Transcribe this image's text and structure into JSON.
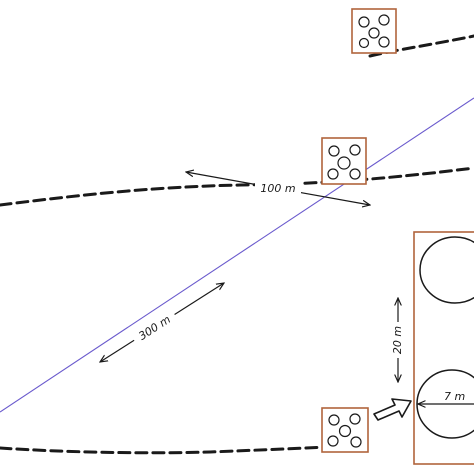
{
  "labels": {
    "dist_100": "100 m",
    "dist_300": "300 m",
    "height_20": "20 m",
    "width_7": "7 m"
  },
  "colors": {
    "ink": "#1a1a1a",
    "sight_line": "#6a5acd",
    "box_stroke": "#b0643c"
  },
  "icons": {
    "grid_box": "box-with-circles",
    "arrow": "hollow-arrow"
  }
}
